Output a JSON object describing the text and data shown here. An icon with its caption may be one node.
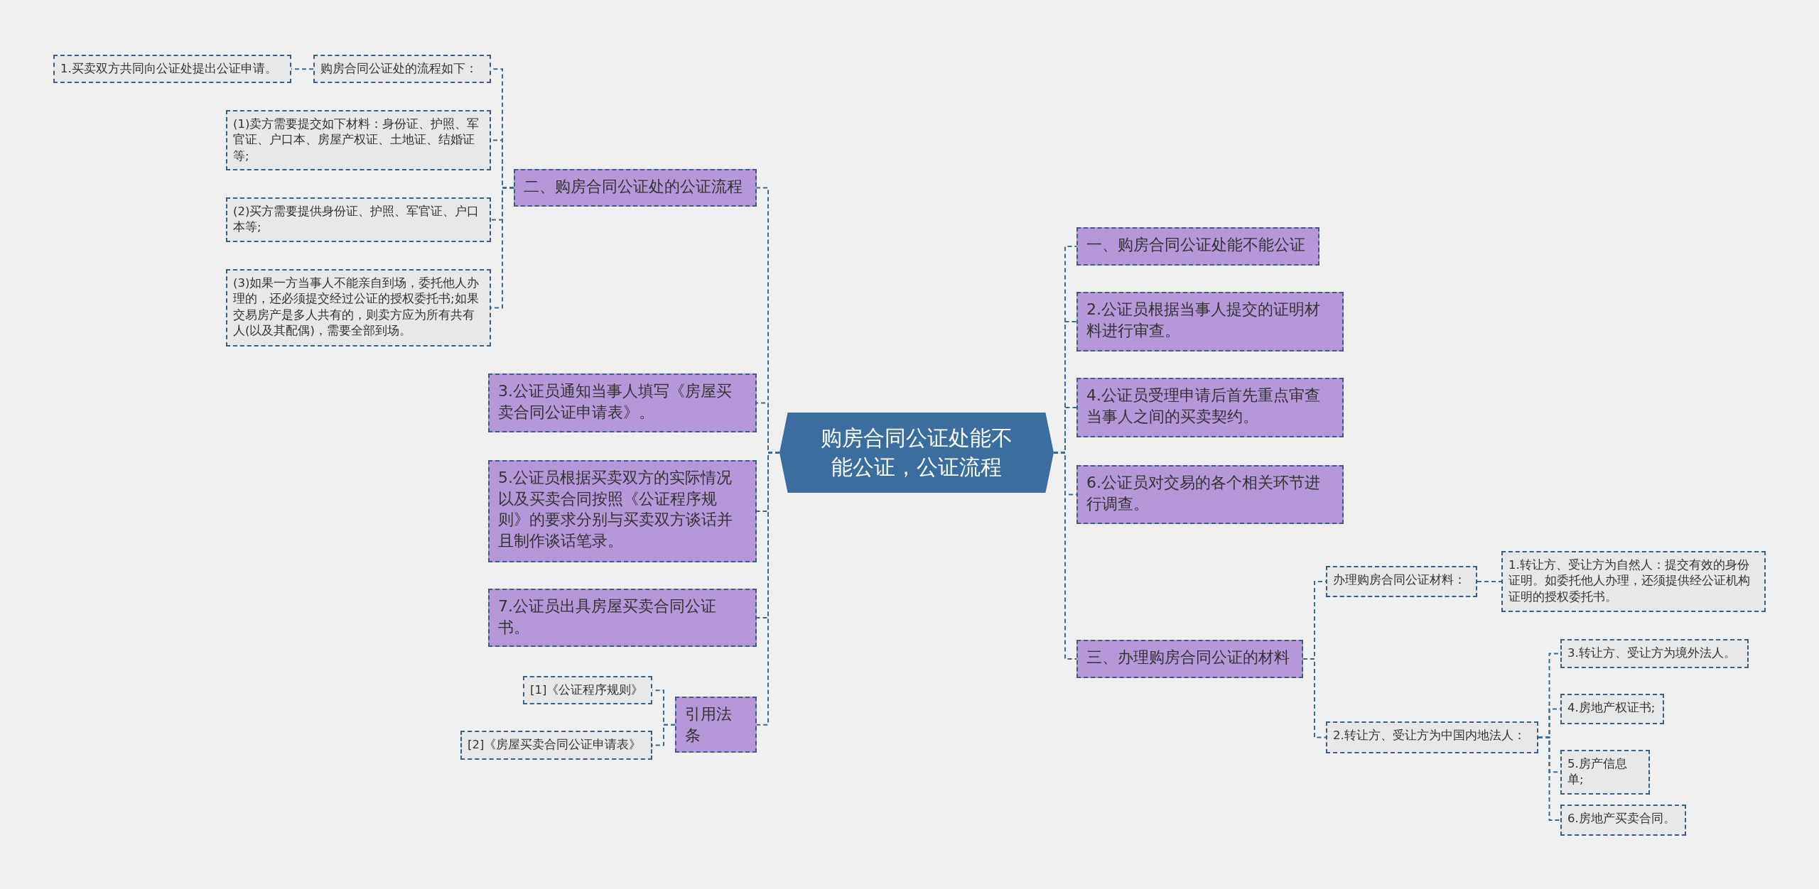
{
  "diagram": {
    "nodes": [
      {
        "text": [
          "购房合同公证处能不能公证，公证流程"
        ]
      },
      {
        "text": [
          "二、购房合同公证处的公证流程"
        ]
      },
      {
        "text": [
          "购房合同公证处的流程如下："
        ]
      },
      {
        "text": [
          "1.买卖双方共同向公证处提出公证申请。"
        ]
      },
      {
        "text": [
          "(1)卖方需要提交如下材料：身份证、护照、军官证、户口本、房屋产权证、土地证、结婚证等;"
        ]
      },
      {
        "text": [
          "(2)买方需要提供身份证、护照、军官证、户口本等;"
        ]
      },
      {
        "text": [
          "(3)如果一方当事人不能亲自到场，委托他人办理的，还必须提交经过公证的授权委托书;如果交易房产是多人共有的，则卖方应为所有共有人(以及其配偶)，需要全部到场。"
        ]
      },
      {
        "text": [
          "3.公证员通知当事人填写《房屋买卖合同公证申请表》。"
        ]
      },
      {
        "text": [
          "5.公证员根据买卖双方的实际情况以及买卖合同按照《公证程序规则》的要求分别与买卖双方谈话并且制作谈话笔录。"
        ]
      },
      {
        "text": [
          "7.公证员出具房屋买卖合同公证书。"
        ]
      },
      {
        "text": [
          "引用法条"
        ]
      },
      {
        "text": [
          "[1]《公证程序规则》"
        ]
      },
      {
        "text": [
          "[2]《房屋买卖合同公证申请表》"
        ]
      },
      {
        "text": [
          "一、购房合同公证处能不能公证"
        ]
      },
      {
        "text": [
          "2.公证员根据当事人提交的证明材料进行审查。"
        ]
      },
      {
        "text": [
          "4.公证员受理申请后首先重点审查当事人之间的买卖契约。"
        ]
      },
      {
        "text": [
          "6.公证员对交易的各个相关环节进行调查。"
        ]
      },
      {
        "text": [
          "三、办理购房合同公证的材料"
        ]
      },
      {
        "text": [
          "办理购房合同公证材料："
        ]
      },
      {
        "text": [
          "1.转让方、受让方为自然人：提交有效的身份证明。如委托他人办理，还须提供经公证机构证明的授权委托书。"
        ]
      },
      {
        "text": [
          "2.转让方、受让方为中国内地法人："
        ]
      },
      {
        "text": [
          "3.转让方、受让方为境外法人。"
        ]
      },
      {
        "text": [
          "4.房地产权证书;"
        ]
      },
      {
        "text": [
          "5.房产信息单;"
        ]
      },
      {
        "text": [
          "6.房地产买卖合同。"
        ]
      }
    ],
    "edges": [
      {
        "from": 0,
        "to": 1,
        "arrow": "none"
      },
      {
        "from": 1,
        "to": 2,
        "arrow": "none"
      },
      {
        "from": 2,
        "to": 3,
        "arrow": "none"
      },
      {
        "from": 1,
        "to": 4,
        "arrow": "none"
      },
      {
        "from": 1,
        "to": 5,
        "arrow": "none"
      },
      {
        "from": 1,
        "to": 6,
        "arrow": "none"
      },
      {
        "from": 0,
        "to": 7,
        "arrow": "none"
      },
      {
        "from": 0,
        "to": 8,
        "arrow": "none"
      },
      {
        "from": 0,
        "to": 9,
        "arrow": "none"
      },
      {
        "from": 0,
        "to": 10,
        "arrow": "none"
      },
      {
        "from": 10,
        "to": 11,
        "arrow": "none"
      },
      {
        "from": 10,
        "to": 12,
        "arrow": "none"
      },
      {
        "from": 0,
        "to": 13,
        "arrow": "none"
      },
      {
        "from": 0,
        "to": 14,
        "arrow": "none"
      },
      {
        "from": 0,
        "to": 15,
        "arrow": "none"
      },
      {
        "from": 0,
        "to": 16,
        "arrow": "none"
      },
      {
        "from": 0,
        "to": 17,
        "arrow": "none"
      },
      {
        "from": 17,
        "to": 18,
        "arrow": "none"
      },
      {
        "from": 18,
        "to": 19,
        "arrow": "none"
      },
      {
        "from": 17,
        "to": 20,
        "arrow": "none"
      },
      {
        "from": 20,
        "to": 21,
        "arrow": "none"
      },
      {
        "from": 20,
        "to": 22,
        "arrow": "none"
      },
      {
        "from": 20,
        "to": 23,
        "arrow": "none"
      },
      {
        "from": 20,
        "to": 24,
        "arrow": "none"
      }
    ]
  }
}
